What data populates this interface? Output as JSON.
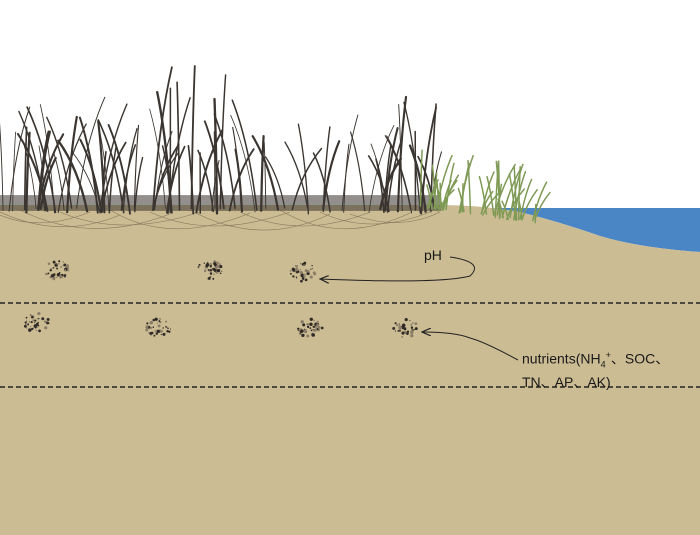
{
  "labels": {
    "ph": "pH",
    "nutrients_line1_a": "nutrients(NH",
    "nutrients_sub": "4",
    "nutrients_sup": "+",
    "nutrients_line1_b": "、SOC、",
    "nutrients_line2": "TN、AP、AK)"
  },
  "colors": {
    "soil": "#cbbc93",
    "water": "#4a86c5",
    "grass_dead": "#3a3530",
    "grass_live": "#7f9a55",
    "layer_line": "#222222"
  }
}
